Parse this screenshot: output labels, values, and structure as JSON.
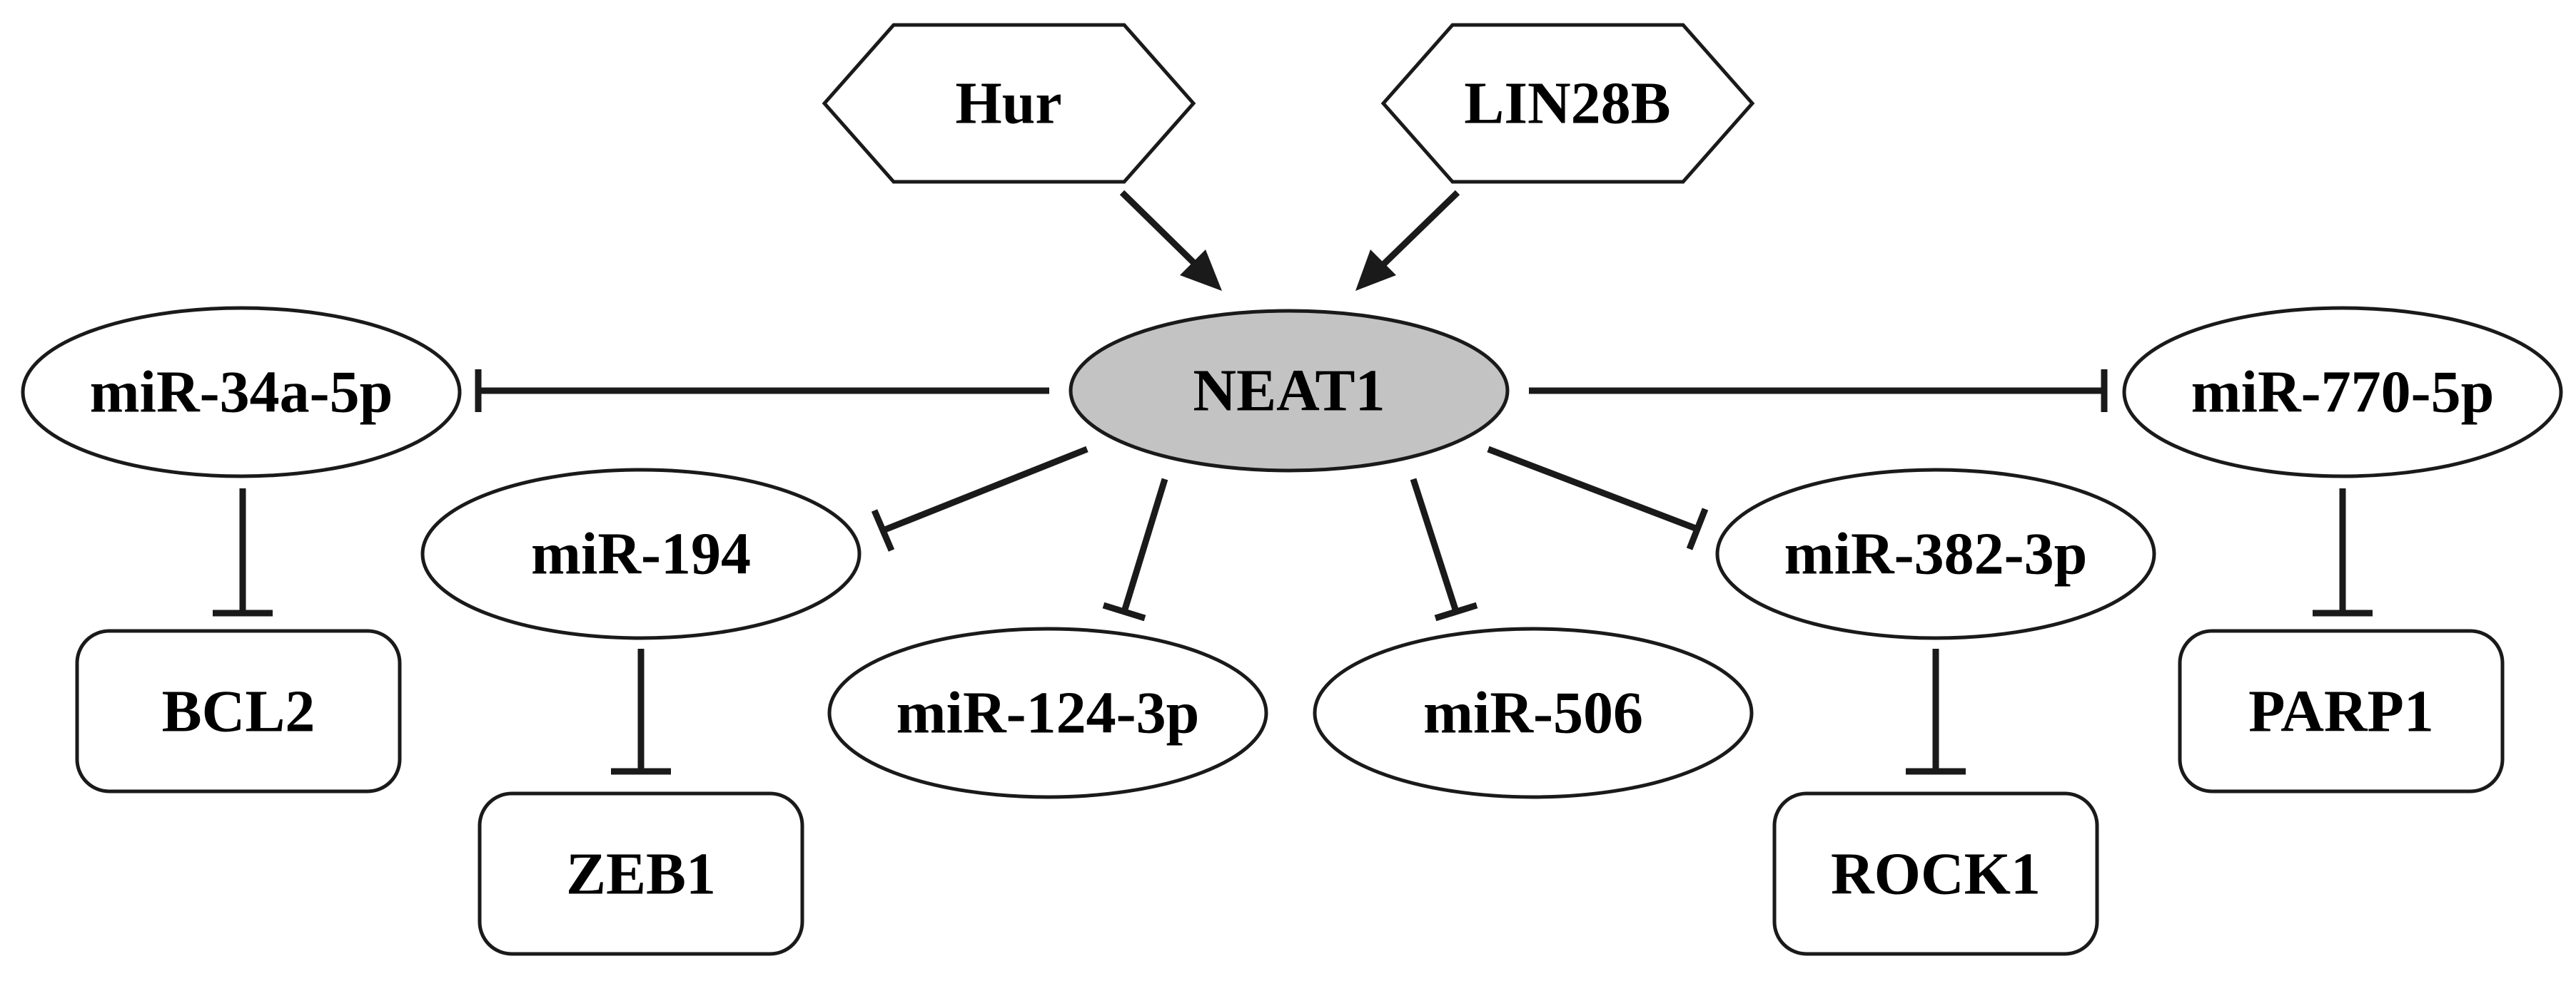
{
  "diagram": {
    "type": "regulatory-network",
    "colors": {
      "center_fill": "#c3c3c3",
      "node_fill": "#ffffff",
      "stroke": "#1a1a1a",
      "text": "#000000"
    },
    "nodes": {
      "hur": {
        "label": "Hur",
        "shape": "hexagon"
      },
      "lin28b": {
        "label": "LIN28B",
        "shape": "hexagon"
      },
      "neat1": {
        "label": "NEAT1",
        "shape": "ellipse"
      },
      "mir34a": {
        "label": "miR-34a-5p",
        "shape": "ellipse"
      },
      "mir770": {
        "label": "miR-770-5p",
        "shape": "ellipse"
      },
      "mir194": {
        "label": "miR-194",
        "shape": "ellipse"
      },
      "mir124": {
        "label": "miR-124-3p",
        "shape": "ellipse"
      },
      "mir506": {
        "label": "miR-506",
        "shape": "ellipse"
      },
      "mir382": {
        "label": "miR-382-3p",
        "shape": "ellipse"
      },
      "bcl2": {
        "label": "BCL2",
        "shape": "rounded-rectangle"
      },
      "zeb1": {
        "label": "ZEB1",
        "shape": "rounded-rectangle"
      },
      "rock1": {
        "label": "ROCK1",
        "shape": "rounded-rectangle"
      },
      "parp1": {
        "label": "PARP1",
        "shape": "rounded-rectangle"
      }
    },
    "edges": [
      {
        "from": "hur",
        "to": "neat1",
        "type": "activation"
      },
      {
        "from": "lin28b",
        "to": "neat1",
        "type": "activation"
      },
      {
        "from": "neat1",
        "to": "mir34a",
        "type": "inhibition"
      },
      {
        "from": "neat1",
        "to": "mir770",
        "type": "inhibition"
      },
      {
        "from": "neat1",
        "to": "mir194",
        "type": "inhibition"
      },
      {
        "from": "neat1",
        "to": "mir124",
        "type": "inhibition"
      },
      {
        "from": "neat1",
        "to": "mir506",
        "type": "inhibition"
      },
      {
        "from": "neat1",
        "to": "mir382",
        "type": "inhibition"
      },
      {
        "from": "mir34a",
        "to": "bcl2",
        "type": "inhibition"
      },
      {
        "from": "mir194",
        "to": "zeb1",
        "type": "inhibition"
      },
      {
        "from": "mir382",
        "to": "rock1",
        "type": "inhibition"
      },
      {
        "from": "mir770",
        "to": "parp1",
        "type": "inhibition"
      }
    ]
  }
}
